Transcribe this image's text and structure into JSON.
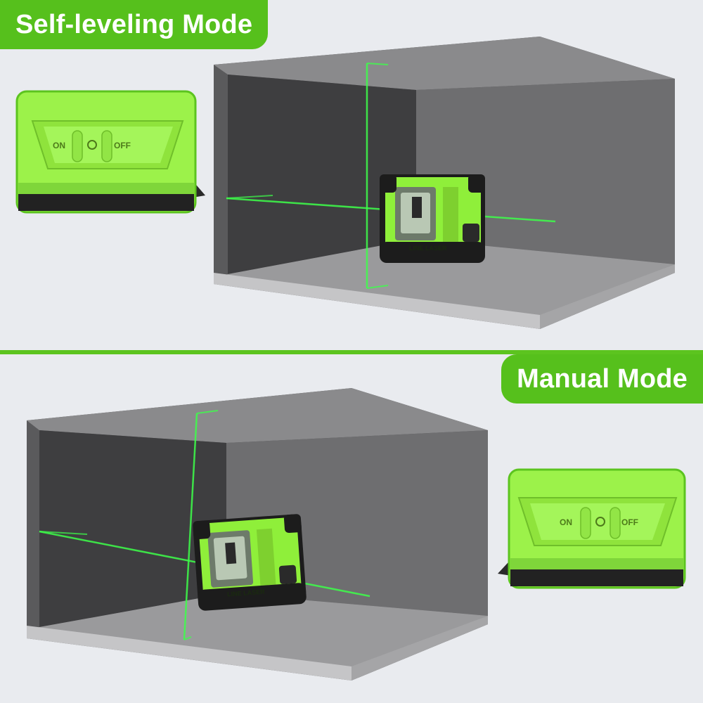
{
  "panels": [
    {
      "mode_label": "Self-leveling Mode",
      "switch": {
        "on_label": "ON",
        "off_label": "OFF"
      },
      "device": {
        "brand": "LINE LASER"
      }
    },
    {
      "mode_label": "Manual Mode",
      "switch": {
        "on_label": "ON",
        "off_label": "OFF"
      },
      "device": {
        "brand": "LINE LASER"
      }
    }
  ],
  "colors": {
    "accent_green": "#56c01c",
    "device_green": "#8fef3a",
    "laser_green": "#3dff4a",
    "room_dark": "#4a4a4c",
    "room_mid": "#6e6e70"
  }
}
